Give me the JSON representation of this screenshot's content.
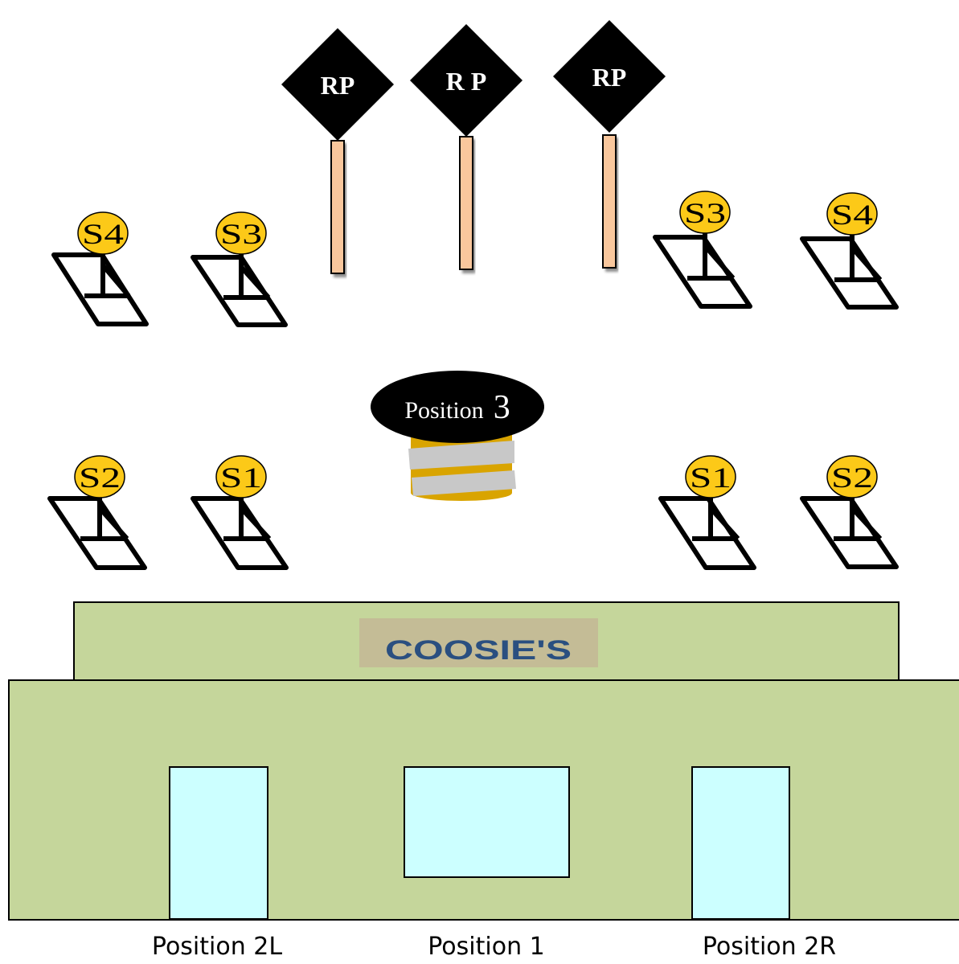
{
  "signs": [
    {
      "label": "RP"
    },
    {
      "label": "R P"
    },
    {
      "label": "RP"
    }
  ],
  "stands_upper_left": [
    {
      "label": "S4"
    },
    {
      "label": "S3"
    }
  ],
  "stands_upper_right": [
    {
      "label": "S3"
    },
    {
      "label": "S4"
    }
  ],
  "stands_lower_left": [
    {
      "label": "S2"
    },
    {
      "label": "S1"
    }
  ],
  "stands_lower_right": [
    {
      "label": "S1"
    },
    {
      "label": "S2"
    }
  ],
  "position3": {
    "word": "Position",
    "number": "3"
  },
  "building": {
    "sign_text": "COOSIE'S"
  },
  "captions": {
    "left": "Position 2L",
    "center": "Position 1",
    "right": "Position 2R"
  },
  "colors": {
    "sign_fill": "#000000",
    "pole_fill": "#f9c79d",
    "disc_fill": "#fcc918",
    "building_fill": "#c5d69b",
    "storefront_sign_bg": "#c4bc96",
    "storefront_sign_text": "#2a4f80",
    "window_fill": "#ccffff",
    "drum_fill": "#d9a400",
    "drum_band": "#c8c8c8"
  }
}
